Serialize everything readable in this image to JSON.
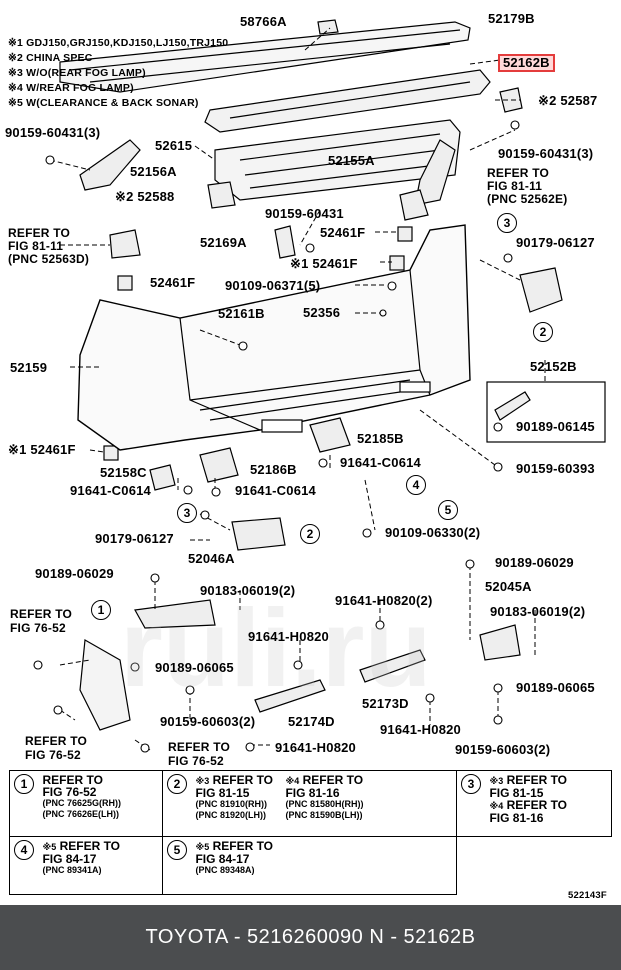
{
  "notes": [
    "※1 GDJ150,GRJ150,KDJ150,LJ150,TRJ150",
    "※2 CHINA SPEC",
    "※3 W/O(REAR FOG LAMP)",
    "※4 W/REAR FOG LAMP)",
    "※5 W(CLEARANCE & BACK SONAR)"
  ],
  "labels": {
    "p58766A": "58766A",
    "p52179B": "52179B",
    "p52162B": "52162B",
    "p52587": "※2 52587",
    "p9015960431a": "90159-60431(3)",
    "p52615": "52615",
    "p52156A": "52156A",
    "p52155A": "52155A",
    "p9015960431b": "90159-60431(3)",
    "p52588": "※2 52588",
    "ref8111a_1": "REFER TO",
    "ref8111a_2": "FIG  81-11",
    "ref8111a_3": "(PNC  52562E)",
    "p9015960431c": "90159-60431",
    "ref8111b_1": "REFER TO",
    "ref8111b_2": "FIG  81-11",
    "ref8111b_3": "(PNC  52563D)",
    "p52169A": "52169A",
    "p52461Fa": "52461F",
    "p9017906127a": "90179-06127",
    "p52461Fb": "※1 52461F",
    "p52461Fc": "52461F",
    "p9010906371": "90109-06371(5)",
    "p52356": "52356",
    "p52161B": "52161B",
    "p52159": "52159",
    "p52152B": "52152B",
    "p9018906145": "90189-06145",
    "p52461Fd": "※1 52461F",
    "p52185B": "52185B",
    "p52158C": "52158C",
    "p52186B": "52186B",
    "p91641C0614a": "91641-C0614",
    "p9015960393": "90159-60393",
    "p91641C0614b": "91641-C0614",
    "p91641C0614c": "91641-C0614",
    "p9017906127b": "90179-06127",
    "p9010906330": "90109-06330(2)",
    "p52046A": "52046A",
    "p9018906029a": "90189-06029",
    "p9018906029b": "90189-06029",
    "p9018306019a": "90183-06019(2)",
    "p52045A": "52045A",
    "p91641H0820a": "91641-H0820(2)",
    "p9018306019b": "90183-06019(2)",
    "ref7652a_1": "REFER TO",
    "ref7652a_2": "FIG  76-52",
    "p91641H0820b": "91641-H0820",
    "p9018906065a": "90189-06065",
    "p9018906065b": "90189-06065",
    "p52173D": "52173D",
    "p9015960603a": "90159-60603(2)",
    "p52174D": "52174D",
    "p91641H0820c": "91641-H0820",
    "ref7652b_1": "REFER TO",
    "ref7652b_2": "FIG  76-52",
    "ref7652c_1": "REFER TO",
    "ref7652c_2": "FIG  76-52",
    "p91641H0820d": "91641-H0820",
    "p9015960603b": "90159-60603(2)",
    "figno": "522143F"
  },
  "circles": {
    "c1": "1",
    "c2": "2",
    "c3": "3",
    "c4": "4",
    "c5": "5"
  },
  "reftable": {
    "r1": {
      "num": "1",
      "l1": "REFER TO",
      "l2": "FIG  76-52",
      "s1": "(PNC 76625G(RH))",
      "s2": "(PNC 76626E(LH))"
    },
    "r2": {
      "num": "2",
      "l1": "REFER TO",
      "l2": "FIG  81-15",
      "s1": "(PNC 81910(RH))",
      "s2": "(PNC 81920(LH))",
      "mark": "※3"
    },
    "r2b": {
      "l1": "REFER TO",
      "l2": "FIG  81-16",
      "s1": "(PNC 81580H(RH))",
      "s2": "(PNC 81590B(LH))",
      "mark": "※4"
    },
    "r3": {
      "num": "3",
      "a1": "REFER TO",
      "a2": "FIG  81-15",
      "amark": "※3",
      "b1": "REFER TO",
      "b2": "FIG  81-16",
      "bmark": "※4"
    },
    "r4": {
      "num": "4",
      "l1": "REFER TO",
      "l2": "FIG  84-17",
      "s1": "(PNC 89341A)",
      "mark": "※5"
    },
    "r5": {
      "num": "5",
      "l1": "REFER TO",
      "l2": "FIG  84-17",
      "s1": "(PNC 89348A)",
      "mark": "※5"
    }
  },
  "footer": "TOYOTA - 5216260090      N - 52162B",
  "watermark": "ruli.ru",
  "colors": {
    "highlight_border": "#e43c3c",
    "highlight_fill": "#ffd9d9",
    "footer_bg": "#4b4d4f"
  }
}
